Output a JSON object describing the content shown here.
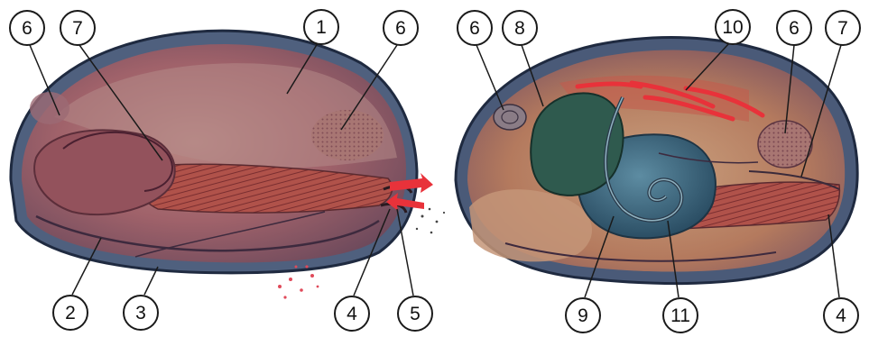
{
  "figure": {
    "left_panel": {
      "callouts": [
        {
          "id": "l6a",
          "label": "6"
        },
        {
          "id": "l7",
          "label": "7"
        },
        {
          "id": "l1",
          "label": "1"
        },
        {
          "id": "l6b",
          "label": "6"
        },
        {
          "id": "l2",
          "label": "2"
        },
        {
          "id": "l3",
          "label": "3"
        },
        {
          "id": "l4",
          "label": "4"
        },
        {
          "id": "l5",
          "label": "5"
        }
      ]
    },
    "right_panel": {
      "callouts": [
        {
          "id": "r6a",
          "label": "6"
        },
        {
          "id": "r8",
          "label": "8"
        },
        {
          "id": "r10",
          "label": "10"
        },
        {
          "id": "r6b",
          "label": "6"
        },
        {
          "id": "r7",
          "label": "7"
        },
        {
          "id": "r9",
          "label": "9"
        },
        {
          "id": "r11",
          "label": "11"
        },
        {
          "id": "r4",
          "label": "4"
        }
      ]
    },
    "colors": {
      "shell_edge": "#3a4a6a",
      "mantle": "#a86a6c",
      "gill": "#b5504a",
      "visceral_blue": "#3f6f86",
      "water_flow": "#e8323a",
      "outline": "#1a1a1a"
    }
  }
}
